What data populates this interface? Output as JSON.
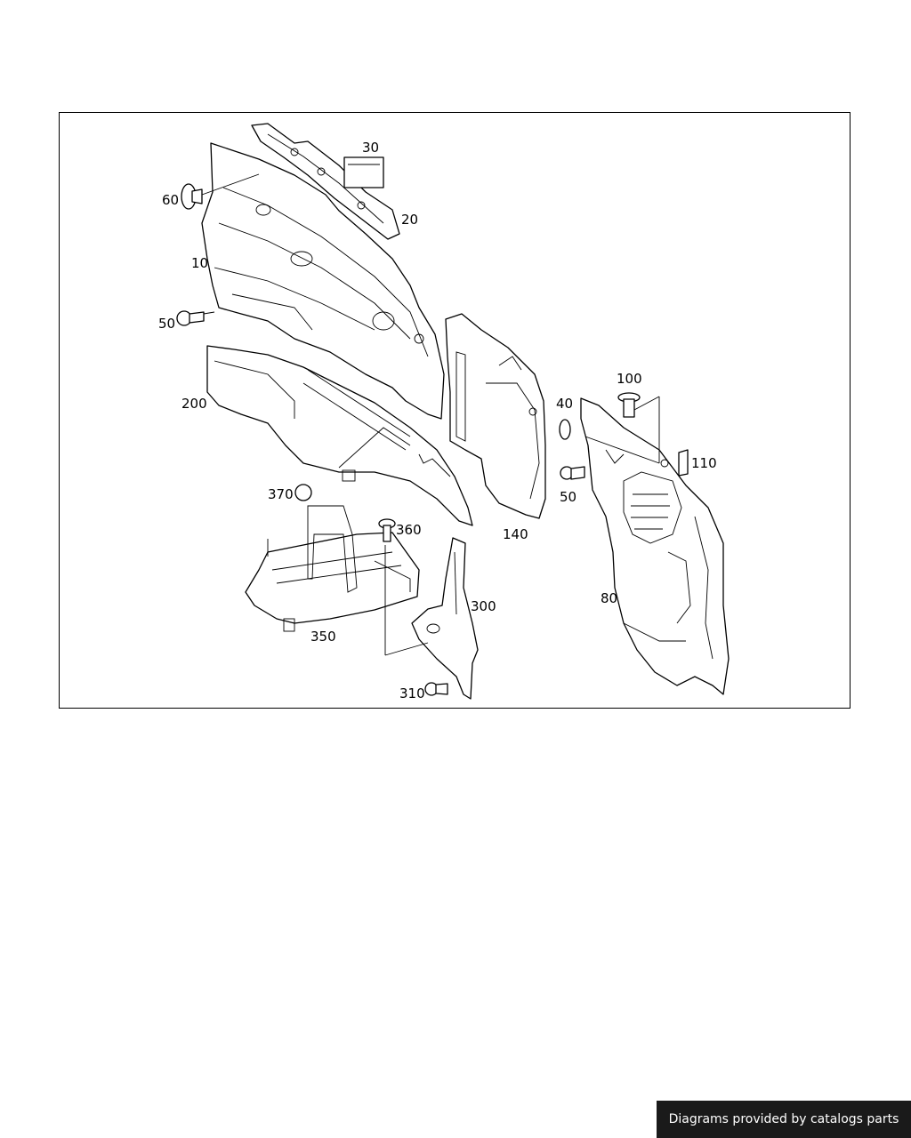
{
  "labels": {
    "p30": "30",
    "p20": "20",
    "p60": "60",
    "p10": "10",
    "p50a": "50",
    "p200": "200",
    "p140": "140",
    "p40": "40",
    "p100": "100",
    "p110": "110",
    "p50b": "50",
    "p80": "80",
    "p370": "370",
    "p360": "360",
    "p350": "350",
    "p300": "300",
    "p310": "310"
  },
  "credit": "Diagrams provided by catalogs parts"
}
